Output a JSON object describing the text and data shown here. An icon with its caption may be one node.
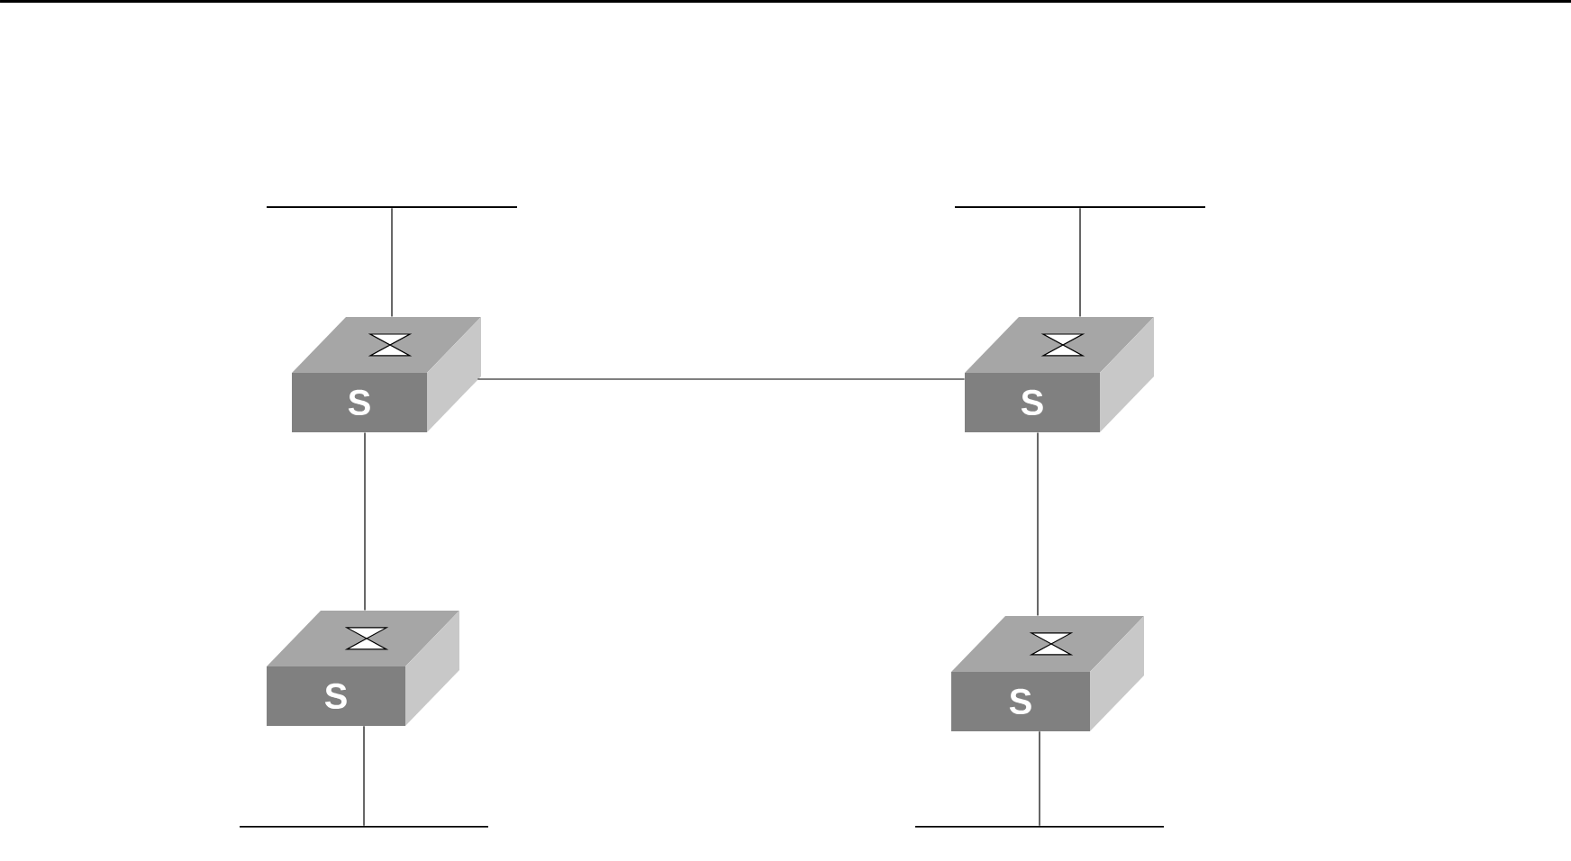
{
  "diagram": {
    "nodes": [
      {
        "text": [],
        "shape": "bar"
      },
      {
        "text": [],
        "shape": "bar"
      },
      {
        "text": [
          "S"
        ]
      },
      {
        "text": [
          "S"
        ]
      },
      {
        "text": [
          "S"
        ]
      },
      {
        "text": [
          "S"
        ]
      },
      {
        "text": [],
        "shape": "bar"
      },
      {
        "text": [],
        "shape": "bar"
      }
    ],
    "edges": [
      {
        "from": 0,
        "to": 2,
        "arrow": "none"
      },
      {
        "from": 1,
        "to": 3,
        "arrow": "none"
      },
      {
        "from": 2,
        "to": 3,
        "arrow": "none"
      },
      {
        "from": 2,
        "to": 4,
        "arrow": "none"
      },
      {
        "from": 3,
        "to": 5,
        "arrow": "none"
      },
      {
        "from": 4,
        "to": 6,
        "arrow": "none"
      },
      {
        "from": 5,
        "to": 7,
        "arrow": "none"
      }
    ]
  }
}
